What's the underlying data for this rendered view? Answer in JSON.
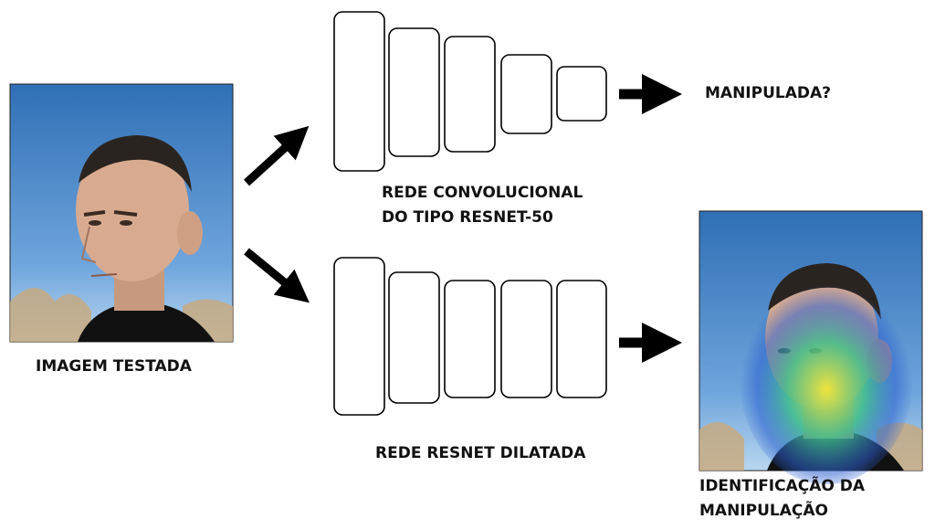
{
  "labels": {
    "input_image": "IMAGEM TESTADA",
    "cnn_line1": "REDE CONVOLUCIONAL",
    "cnn_line2": "DO TIPO RESNET-50",
    "cnn_output": "MANIPULADA?",
    "dilated_net": "REDE RESNET DILATADA",
    "output_line1": "IDENTIFICAÇÃO DA",
    "output_line2": "MANIPULAÇÃO"
  },
  "colors": {
    "sky_top": "#2f6fb5",
    "sky_bottom": "#9cc6ea",
    "arrow": "#000000",
    "heatmap_hot": "#f2e63a",
    "heatmap_mid": "#3fbf8a",
    "heatmap_cool": "#2b5fd0"
  }
}
